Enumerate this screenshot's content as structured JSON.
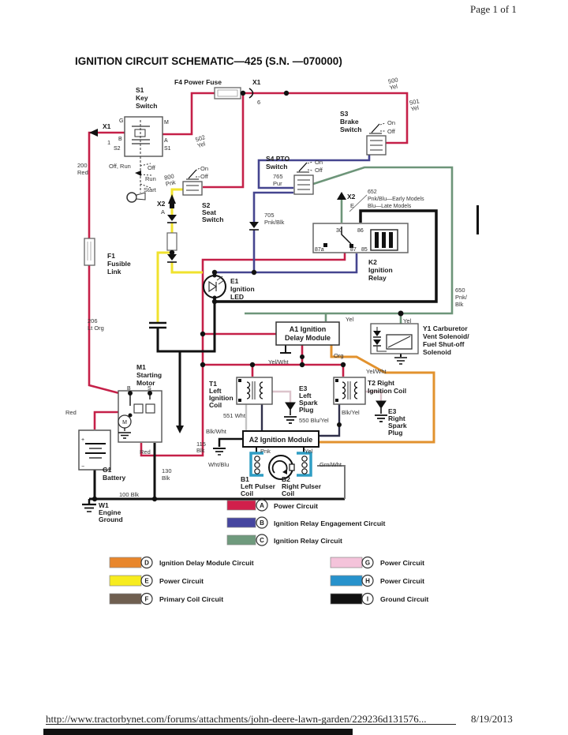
{
  "page": {
    "header": "Page 1 of 1",
    "title": "IGNITION CIRCUIT SCHEMATIC—425 (S.N. —070000)",
    "footer_url": "http://www.tractorbynet.com/forums/attachments/john-deere-lawn-garden/229236d131576...",
    "footer_date": "8/19/2013"
  },
  "components": {
    "s1": [
      "S1",
      "Key",
      "Switch"
    ],
    "f4": "F4 Power Fuse",
    "s3": [
      "S3",
      "Brake",
      "Switch"
    ],
    "s4": [
      "S4 PTO",
      "Switch"
    ],
    "s2": [
      "S2",
      "Seat",
      "Switch"
    ],
    "f1": [
      "F1",
      "Fusible",
      "Link"
    ],
    "e1": [
      "E1",
      "Ignition",
      "LED"
    ],
    "k2": [
      "K2",
      "Ignition",
      "Relay"
    ],
    "a1": [
      "A1 Ignition",
      "Delay Module"
    ],
    "y1": [
      "Y1 Carburetor",
      "Vent Solenoid/",
      "Fuel Shut-off",
      "Solenoid"
    ],
    "m1": [
      "M1",
      "Starting",
      "Motor"
    ],
    "t1": [
      "T1",
      "Left",
      "Ignition",
      "Coil"
    ],
    "t2": [
      "T2  Right",
      "Ignition   Coil"
    ],
    "e3_left": [
      "E3",
      "Left",
      "Spark",
      "Plug"
    ],
    "e3_right": [
      "E3",
      "Right",
      "Spark",
      "Plug"
    ],
    "a2": "A2 Ignition Module",
    "b1": [
      "B1",
      "Left Pulser",
      "Coil"
    ],
    "b2": [
      "B2",
      "Right Pulser",
      "Coil"
    ],
    "g1": [
      "G1",
      "Battery"
    ],
    "w1": [
      "W1",
      "Engine",
      "Ground"
    ]
  },
  "connectors": {
    "x1_key": {
      "name": "X1",
      "pin": "1"
    },
    "x1_fuse": {
      "name": "X1",
      "pin": "6"
    },
    "x2_seat": {
      "name": "X2",
      "pin": "A"
    },
    "x2_pto": {
      "name": "X2",
      "pin": "E"
    }
  },
  "wire_labels": {
    "w200": [
      "200",
      "Red"
    ],
    "w500": [
      "500",
      "Yel"
    ],
    "w501": [
      "501",
      "Yel"
    ],
    "w502": [
      "502",
      "Yel"
    ],
    "w800": [
      "800",
      "Pnk"
    ],
    "w765": [
      "765",
      "Pur"
    ],
    "w705": [
      "705",
      "Pnk/Blk"
    ],
    "w652": [
      "652",
      "Pnk/Blu—Early Models",
      "Blu—Late Models"
    ],
    "w650": [
      "650",
      "Pnk/",
      "Blk"
    ],
    "w206": [
      "206",
      "Lt Org"
    ],
    "w115": [
      "115",
      "Blk"
    ],
    "w130": [
      "130",
      "Blk"
    ],
    "w100": "100 Blk",
    "w551": "551 Wht",
    "w550": "550 Blu/Yel",
    "yel_a": "Yel",
    "yel_b": "Yel",
    "yel_c": "Yel",
    "org": "Org",
    "yelwht_a": "Yel/Wht",
    "yelwht_b": "Yel/Wht",
    "blkyel": "Blk/Yel",
    "blkwht": "Blk/Wht",
    "whtblu": "Wht/Blu",
    "grnwht": "Grn/Wht",
    "pnk": "Pnk",
    "red_a": "Red",
    "red_b": "Red"
  },
  "terminals": {
    "k2": [
      "30",
      "86",
      "87a",
      "87",
      "85"
    ],
    "s1": [
      "G",
      "M",
      "B",
      "A",
      "S2",
      "S1"
    ],
    "m1": [
      "B",
      "S"
    ],
    "g1": [
      "+",
      "−"
    ],
    "m1_motor": "M"
  },
  "positions": {
    "s1": [
      "Off, Run",
      "Off",
      "Run",
      "Start"
    ],
    "s3": [
      "On",
      "Off"
    ],
    "s4": [
      "On",
      "Off"
    ],
    "s2": [
      "On",
      "Off"
    ]
  },
  "legend": {
    "left": [
      {
        "letter": "A",
        "label": "Power Circuit",
        "color": "#d11f4b"
      },
      {
        "letter": "B",
        "label": "Ignition Relay Engagement Circuit",
        "color": "#4646a0"
      },
      {
        "letter": "C",
        "label": "Ignition Relay Circuit",
        "color": "#6f9a7d"
      }
    ],
    "mid": [
      {
        "letter": "D",
        "label": "Ignition Delay Module Circuit",
        "color": "#e8862c"
      },
      {
        "letter": "E",
        "label": "Power Circuit",
        "color": "#f7ec1f"
      },
      {
        "letter": "F",
        "label": "Primary Coil Circuit",
        "color": "#6f5f50"
      }
    ],
    "right": [
      {
        "letter": "G",
        "label": "Power Circuit",
        "color": "#f4c3da"
      },
      {
        "letter": "H",
        "label": "Power Circuit",
        "color": "#2792cc"
      },
      {
        "letter": "I",
        "label": "Ground Circuit",
        "color": "#111111"
      }
    ]
  }
}
